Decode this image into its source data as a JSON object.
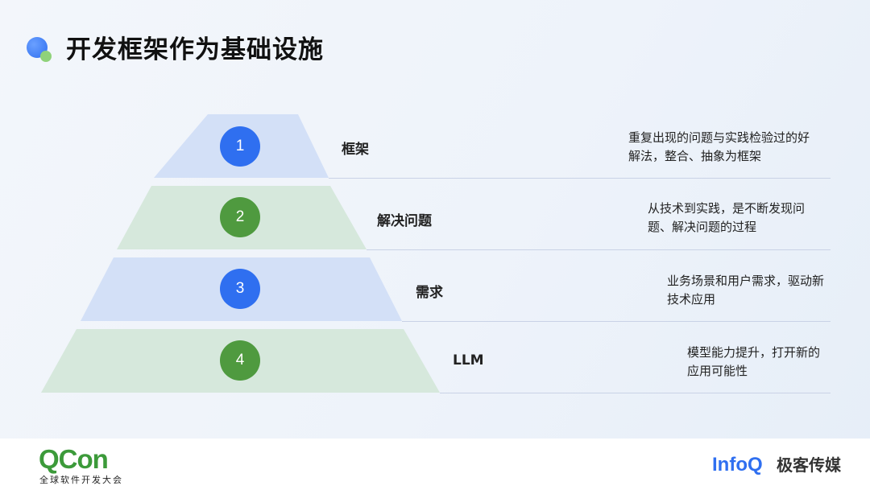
{
  "title": "开发框架作为基础设施",
  "tiers": [
    {
      "number": "1",
      "label": "框架",
      "desc": "重复出现的问题与实践检验过的好解法，整合、抽象为框架"
    },
    {
      "number": "2",
      "label": "解决问题",
      "desc": "从技术到实践，是不断发现问题、解决问题的过程"
    },
    {
      "number": "3",
      "label": "需求",
      "desc": "业务场景和用户需求，驱动新技术应用"
    },
    {
      "number": "4",
      "label": "LLM",
      "desc": "模型能力提升，打开新的应用可能性"
    }
  ],
  "colors": {
    "blue_tier": "#d3e0f7",
    "green_tier": "#d6e8dc",
    "blue_circle": "#2f6ff0",
    "green_circle": "#4f9a3f"
  },
  "footer": {
    "qcon": "QCon",
    "qcon_sub": "全球软件开发大会",
    "infoq": "InfoQ",
    "geek": "极客传媒"
  }
}
